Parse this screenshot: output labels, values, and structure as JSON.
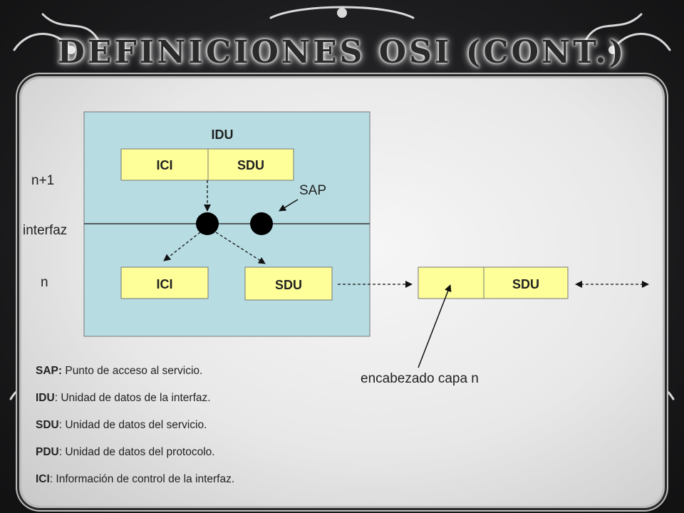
{
  "title": "DEFINICIONES OSI (CONT.)",
  "diagram": {
    "idu_label": "IDU",
    "upper_ici": "ICI",
    "upper_sdu": "SDU",
    "sap_label": "SAP",
    "layer_upper": "n+1",
    "interface_label": "interfaz",
    "layer_lower": "n",
    "lower_ici": "ICI",
    "lower_sdu": "SDU",
    "pdu_sdu": "SDU",
    "header_label": "encabezado capa n"
  },
  "definitions": [
    {
      "term": "SAP:",
      "text": " Punto de acceso al servicio."
    },
    {
      "term": "IDU",
      "text": ": Unidad de datos de la interfaz."
    },
    {
      "term": "SDU",
      "text": ": Unidad de datos del servicio."
    },
    {
      "term": "PDU",
      "text": ": Unidad de datos del protocolo."
    },
    {
      "term": "ICI",
      "text": ": Información de control de la interfaz."
    }
  ],
  "colors": {
    "layer_box": "#b7dde3",
    "data_box": "#ffff99",
    "text": "#222222"
  }
}
